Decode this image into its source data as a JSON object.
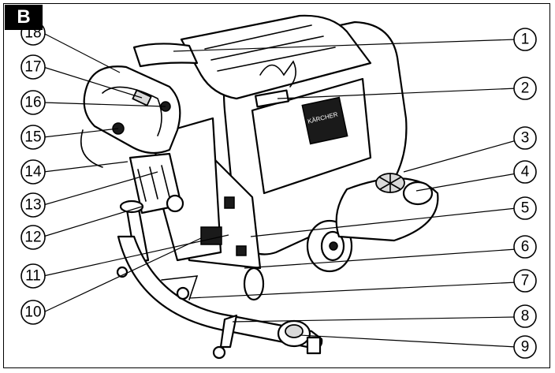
{
  "figure": {
    "panel_label": "B",
    "callouts": [
      {
        "id": "1",
        "label": "1"
      },
      {
        "id": "2",
        "label": "2"
      },
      {
        "id": "3",
        "label": "3"
      },
      {
        "id": "4",
        "label": "4"
      },
      {
        "id": "5",
        "label": "5"
      },
      {
        "id": "6",
        "label": "6"
      },
      {
        "id": "7",
        "label": "7"
      },
      {
        "id": "8",
        "label": "8"
      },
      {
        "id": "9",
        "label": "9"
      },
      {
        "id": "10",
        "label": "10"
      },
      {
        "id": "11",
        "label": "11"
      },
      {
        "id": "12",
        "label": "12"
      },
      {
        "id": "13",
        "label": "13"
      },
      {
        "id": "14",
        "label": "14"
      },
      {
        "id": "15",
        "label": "15"
      },
      {
        "id": "16",
        "label": "16"
      },
      {
        "id": "17",
        "label": "17"
      },
      {
        "id": "18",
        "label": "18"
      }
    ],
    "brand_plate": "KÄRCHER"
  }
}
